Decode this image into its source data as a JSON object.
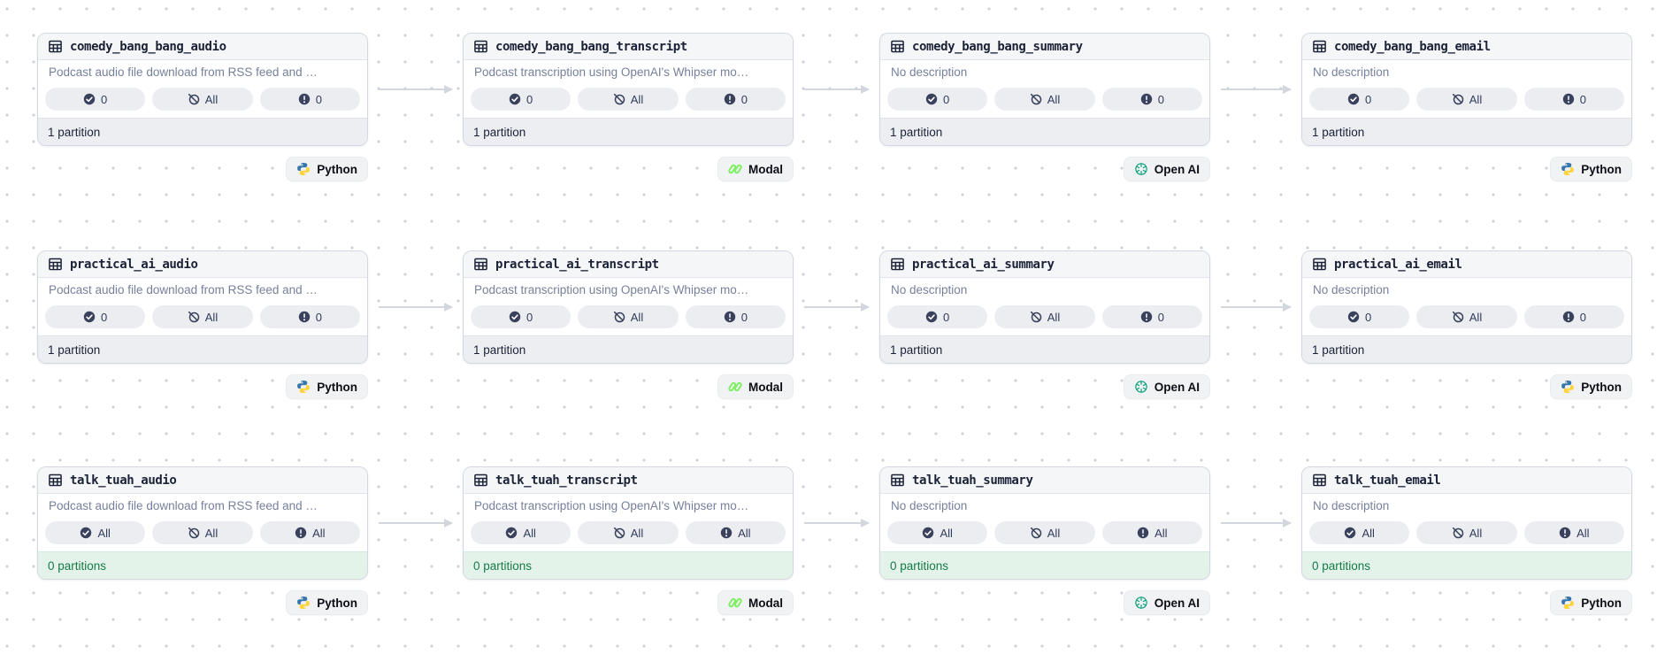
{
  "rows": [
    {
      "cards": [
        {
          "title": "comedy_bang_bang_audio",
          "description": "Podcast audio file download from RSS feed and …",
          "pills": [
            "0",
            "All",
            "0"
          ],
          "footer": "1 partition",
          "tag": "Python"
        },
        {
          "title": "comedy_bang_bang_transcript",
          "description": "Podcast transcription using OpenAI's Whipser mo…",
          "pills": [
            "0",
            "All",
            "0"
          ],
          "footer": "1 partition",
          "tag": "Modal"
        },
        {
          "title": "comedy_bang_bang_summary",
          "description": "No description",
          "pills": [
            "0",
            "All",
            "0"
          ],
          "footer": "1 partition",
          "tag": "Open AI"
        },
        {
          "title": "comedy_bang_bang_email",
          "description": "No description",
          "pills": [
            "0",
            "All",
            "0"
          ],
          "footer": "1 partition",
          "tag": "Python"
        }
      ]
    },
    {
      "cards": [
        {
          "title": "practical_ai_audio",
          "description": "Podcast audio file download from RSS feed and …",
          "pills": [
            "0",
            "All",
            "0"
          ],
          "footer": "1 partition",
          "tag": "Python"
        },
        {
          "title": "practical_ai_transcript",
          "description": "Podcast transcription using OpenAI's Whipser mo…",
          "pills": [
            "0",
            "All",
            "0"
          ],
          "footer": "1 partition",
          "tag": "Modal"
        },
        {
          "title": "practical_ai_summary",
          "description": "No description",
          "pills": [
            "0",
            "All",
            "0"
          ],
          "footer": "1 partition",
          "tag": "Open AI"
        },
        {
          "title": "practical_ai_email",
          "description": "No description",
          "pills": [
            "0",
            "All",
            "0"
          ],
          "footer": "1 partition",
          "tag": "Python"
        }
      ]
    },
    {
      "cards": [
        {
          "title": "talk_tuah_audio",
          "description": "Podcast audio file download from RSS feed and …",
          "pills": [
            "All",
            "All",
            "All"
          ],
          "footer": "0 partitions",
          "tag": "Python"
        },
        {
          "title": "talk_tuah_transcript",
          "description": "Podcast transcription using OpenAI's Whipser mo…",
          "pills": [
            "All",
            "All",
            "All"
          ],
          "footer": "0 partitions",
          "tag": "Modal"
        },
        {
          "title": "talk_tuah_summary",
          "description": "No description",
          "pills": [
            "All",
            "All",
            "All"
          ],
          "footer": "0 partitions",
          "tag": "Open AI"
        },
        {
          "title": "talk_tuah_email",
          "description": "No description",
          "pills": [
            "All",
            "All",
            "All"
          ],
          "footer": "0 partitions",
          "tag": "Python"
        }
      ]
    }
  ],
  "icons": {
    "card_header": "table-icon",
    "pill_1": "check-circle-icon",
    "pill_2": "slash-circle-icon",
    "pill_3": "alert-circle-icon",
    "tag_python": "python-icon",
    "tag_modal": "modal-icon",
    "tag_openai": "openai-icon"
  },
  "colors": {
    "card_border": "#d2d7e1",
    "pill_navy": "#39415c",
    "empty_partitions_text": "#157a4a",
    "empty_partitions_bg": "#e4f3ea",
    "python_blue": "#3776ab",
    "python_yellow": "#ffd43b",
    "modal_green": "#7fee64",
    "openai_green": "#10a37f",
    "edge_gray": "#d2d6dd"
  }
}
